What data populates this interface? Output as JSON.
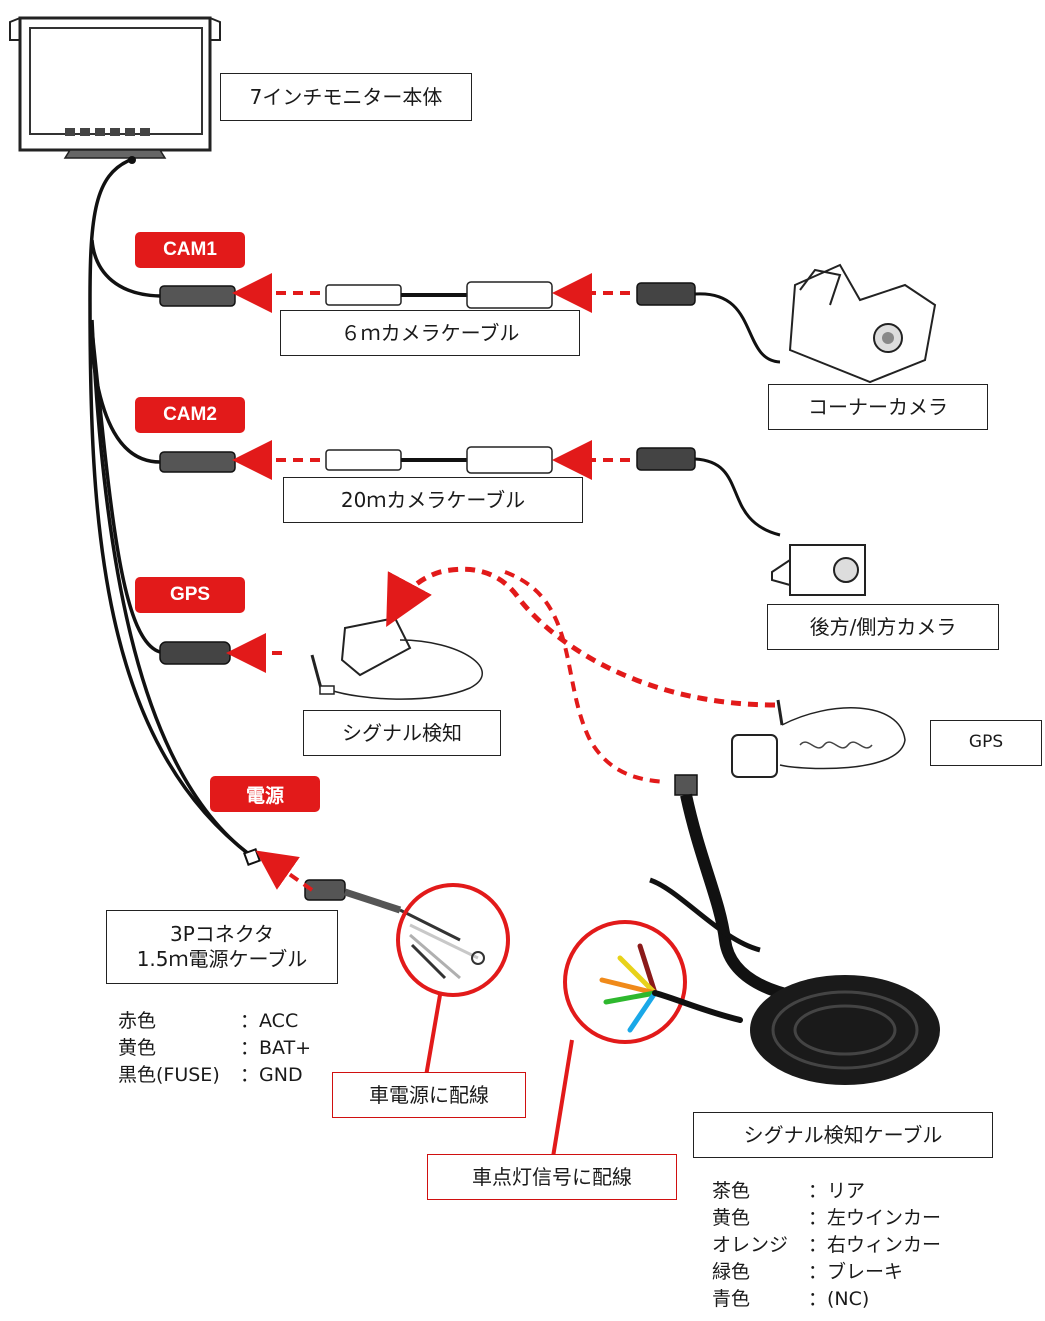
{
  "labels": {
    "monitor": "7インチモニター本体",
    "cable6": "６ｍカメラケーブル",
    "corner_camera": "コーナーカメラ",
    "cable20": "20ｍカメラケーブル",
    "rear_camera": "後方/側方カメラ",
    "signal_detect": "シグナル検知",
    "gps_device": "GPS",
    "power_line1": "3Pコネクタ",
    "power_line2": "1.5ｍ電源ケーブル",
    "car_power": "車電源に配線",
    "signal_cable": "シグナル検知ケーブル",
    "light_signal": "車点灯信号に配線"
  },
  "badges": {
    "cam1": "CAM1",
    "cam2": "CAM2",
    "gps": "GPS",
    "power": "電源"
  },
  "power_legend": [
    {
      "color": "赤色",
      "sep": "：",
      "value": "ACC"
    },
    {
      "color": "黄色",
      "sep": "：",
      "value": "BAT+"
    },
    {
      "color": "黒色(FUSE)",
      "sep": "：",
      "value": "GND"
    }
  ],
  "signal_legend": [
    {
      "color": "茶色",
      "sep": "：",
      "value": "リア"
    },
    {
      "color": "黄色",
      "sep": "：",
      "value": "左ウインカー"
    },
    {
      "color": "オレンジ",
      "sep": "：",
      "value": "右ウィンカー"
    },
    {
      "color": "緑色",
      "sep": "：",
      "value": "ブレーキ"
    },
    {
      "color": "青色",
      "sep": "：",
      "value": "(NC)"
    }
  ],
  "colors": {
    "accent_red": "#e21a1a",
    "wire_brown": "#8b1a1a",
    "wire_yellow": "#e8d21a",
    "wire_orange": "#f08a1a",
    "wire_green": "#2eb82e",
    "wire_blue": "#1aa8e8"
  }
}
